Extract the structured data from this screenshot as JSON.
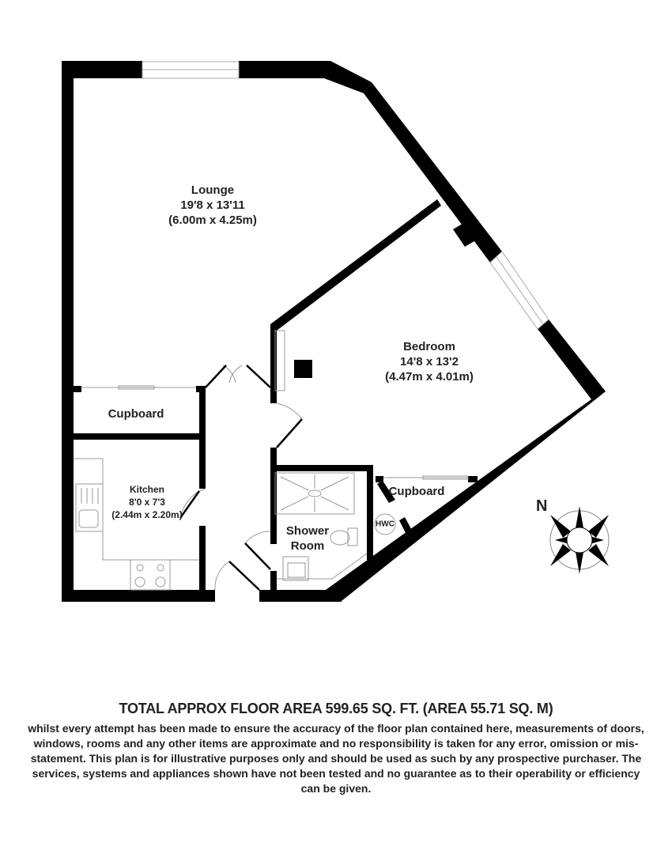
{
  "rooms": {
    "lounge": {
      "name": "Lounge",
      "imperial": "19'8 x 13'11",
      "metric": "(6.00m x 4.25m)"
    },
    "bedroom": {
      "name": "Bedroom",
      "imperial": "14'8 x 13'2",
      "metric": "(4.47m x 4.01m)"
    },
    "kitchen": {
      "name": "Kitchen",
      "imperial": "8'0 x 7'3",
      "metric": "(2.44m x 2.20m)"
    },
    "cupboard_hall": {
      "name": "Cupboard"
    },
    "cupboard_bedroom": {
      "name": "Cupboard"
    },
    "shower_room": {
      "name": "Shower Room",
      "line1": "Shower",
      "line2": "Room"
    },
    "hwc": {
      "name": "HWC"
    }
  },
  "compass": {
    "label": "N",
    "icon": "compass-rose-icon"
  },
  "footer": {
    "total_area": "TOTAL APPROX FLOOR AREA 599.65 SQ. FT. (AREA 55.71 SQ. M)",
    "disclaimer": "whilst every attempt has been made to ensure the accuracy of the floor plan contained here, measurements of doors, windows, rooms and any other items are approximate and no responsibility is taken for any error, omission or mis-statement. This plan is for illustrative purposes only and should be used as such by any prospective purchaser. The services, systems and appliances shown have not been tested and no guarantee as to their operability or efficiency can be given."
  },
  "colors": {
    "wall": "#000000",
    "fixture": "#999999",
    "text": "#222222"
  }
}
